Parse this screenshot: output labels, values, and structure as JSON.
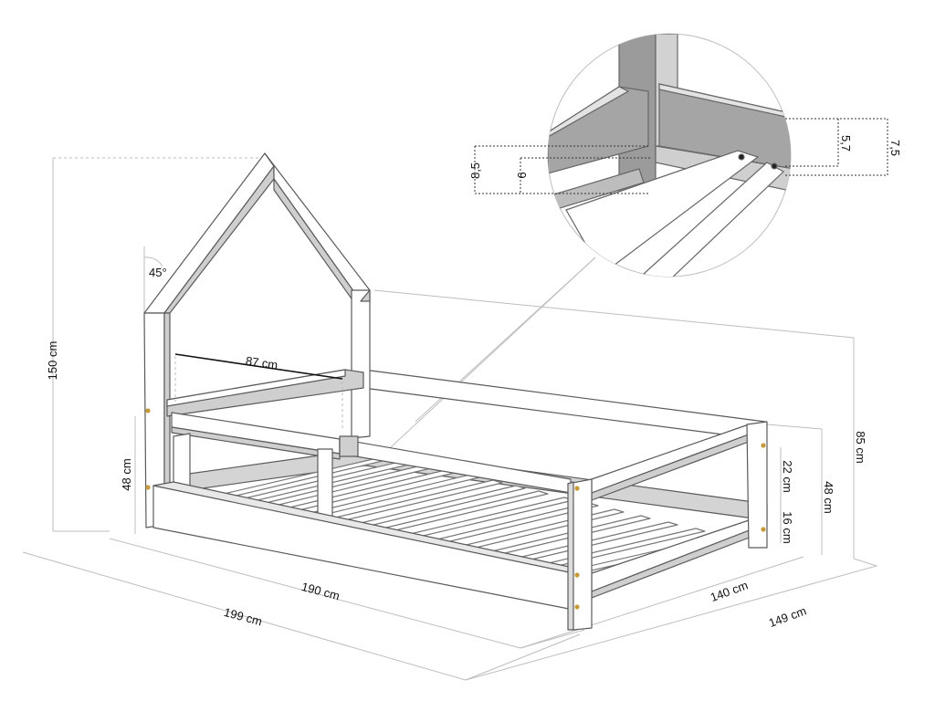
{
  "dimensions": {
    "height_total": "150 cm",
    "roof_angle": "45°",
    "headboard_width": "87 cm",
    "side_height": "48 cm",
    "inner_length": "190 cm",
    "outer_length": "199 cm",
    "inner_width": "140 cm",
    "outer_width": "149 cm",
    "footboard_height": "85 cm",
    "rail_height": "22 cm",
    "floor_clearance": "16 cm",
    "right_height": "48 cm"
  },
  "detail": {
    "a": "8,5",
    "b": "6",
    "c": "5,7",
    "d": "7,5"
  },
  "colors": {
    "frame_fill": "#ffffff",
    "frame_stroke": "#555555",
    "side_panel": "#c9c9c9",
    "guide_line": "#bbbbbb",
    "screw": "#c79a3a",
    "inset_fill": "#d9d9d9"
  }
}
